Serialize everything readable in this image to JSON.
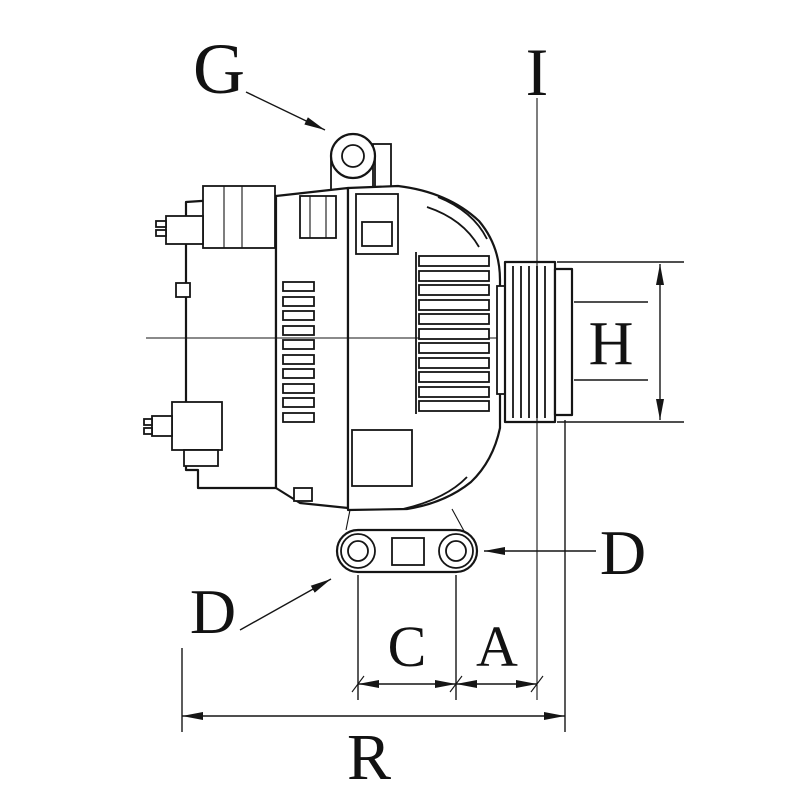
{
  "page": {
    "background_color": "#ffffff",
    "line_color": "#151515"
  },
  "diagram": {
    "type": "technical-drawing",
    "subject": "alternator side view with dimension callouts",
    "labels": {
      "g": "G",
      "i": "I",
      "h": "H",
      "d_right": "D",
      "d_left": "D",
      "c": "C",
      "a": "A",
      "r": "R"
    }
  }
}
